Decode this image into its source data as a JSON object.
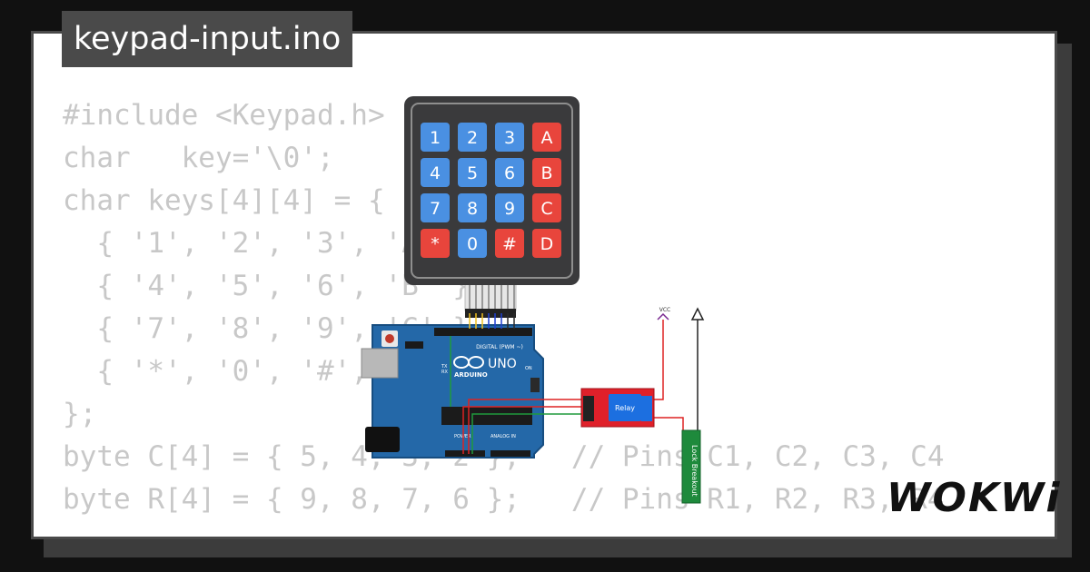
{
  "file": {
    "name": "keypad-input.ino"
  },
  "code_lines": [
    "#include <Keypad.h>",
    "char   key='\\0';",
    "char keys[4][4] = {",
    "  { '1', '2', '3', 'A' },",
    "  { '4', '5', '6', 'B' },",
    "  { '7', '8', '9', 'C' },",
    "  { '*', '0', '#', 'D' }",
    "};",
    "byte C[4] = { 5, 4, 3, 2 };   // Pins C1, C2, C3, C4",
    "byte R[4] = { 9, 8, 7, 6 };   // Pins R1, R2, R3, R4"
  ],
  "keypad": {
    "rows": [
      [
        "1",
        "2",
        "3",
        "A"
      ],
      [
        "4",
        "5",
        "6",
        "B"
      ],
      [
        "7",
        "8",
        "9",
        "C"
      ],
      [
        "*",
        "0",
        "#",
        "D"
      ]
    ]
  },
  "board": {
    "logo": "UNO",
    "brand": "ARDUINO",
    "digital_label": "DIGITAL (PWM ~)",
    "power_label": "POWER",
    "analog_label": "ANALOG IN",
    "tx": "TX",
    "rx": "RX",
    "on": "ON"
  },
  "relay": {
    "label": "Relay"
  },
  "vcc": {
    "label": "VCC"
  },
  "lock": {
    "label": "Lock Breakout"
  },
  "brand": {
    "logo": "WOKWi"
  },
  "colors": {
    "keypad_body": "#3a3a3c",
    "key_blue": "#4a90e2",
    "key_red": "#e8453c",
    "board_blue": "#2468a8",
    "relay_red": "#e0202a",
    "lock_green": "#1e8a3c"
  }
}
